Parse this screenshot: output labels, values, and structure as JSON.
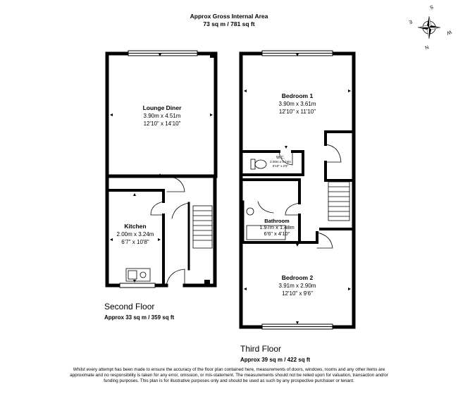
{
  "header": {
    "title": "Approx Gross Internal Area",
    "area": "73 sq m / 781 sq ft"
  },
  "compass": {
    "icon": "compass-icon",
    "labels": {
      "s": "S",
      "e": "E",
      "w": "W",
      "n": "N"
    }
  },
  "second_floor": {
    "title": "Second Floor",
    "area": "Approx 33 sq m / 359 sq ft",
    "rooms": {
      "lounge": {
        "name": "Lounge Diner",
        "metric": "3.90m x 4.51m",
        "imperial": "12'10\" x 14'10\""
      },
      "kitchen": {
        "name": "Kitchen",
        "metric": "2.00m x 3.24m",
        "imperial": "6'7\" x 10'8\""
      }
    }
  },
  "third_floor": {
    "title": "Third Floor",
    "area": "Approx 39 sq m / 422 sq ft",
    "rooms": {
      "bedroom1": {
        "name": "Bedroom 1",
        "metric": "3.90m x 3.61m",
        "imperial": "12'10\" x 11'10\""
      },
      "wc": {
        "name": "W.C.",
        "metric": "2.00m x 0.74m",
        "imperial": "6'10\" x 2'5\""
      },
      "bathroom": {
        "name": "Bathroom",
        "metric": "1.97m x 1.48m",
        "imperial": "6'6\" x 4'10\""
      },
      "bedroom2": {
        "name": "Bedroom 2",
        "metric": "3.91m x 2.90m",
        "imperial": "12'10\" x 9'6\""
      }
    }
  },
  "disclaimer": "Whilst every attempt has been made to ensure the accuracy of the floor plan contained here, measurements of doors, windows, rooms and any other items are approximate and no responsibility is taken for any error, omission, or mis-statement. The measurements should not be relied upon for valuation, transaction and/or funding purposes. This plan is for illustrative purposes only and should be used as such by any prospective purchaser or tenant.",
  "colors": {
    "wall": "#000000",
    "background": "#ffffff",
    "fixture": "#666666"
  }
}
